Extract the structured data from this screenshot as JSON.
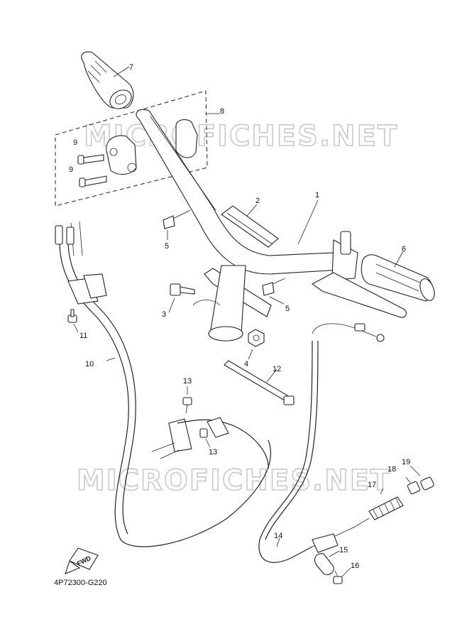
{
  "watermark": "MICROFICHES.NET",
  "diagram_code": "4P72300-G220",
  "fwd_label": "FWD",
  "callouts": {
    "c1": "1",
    "c2": "2",
    "c3": "3",
    "c4": "4",
    "c5a": "5",
    "c5b": "5",
    "c6": "6",
    "c7": "7",
    "c8": "8",
    "c9a": "9",
    "c9b": "9",
    "c10": "10",
    "c11": "11",
    "c12": "12",
    "c13a": "13",
    "c13b": "13",
    "c14": "14",
    "c15": "15",
    "c16": "16",
    "c17": "17",
    "c18": "18",
    "c19": "19"
  }
}
